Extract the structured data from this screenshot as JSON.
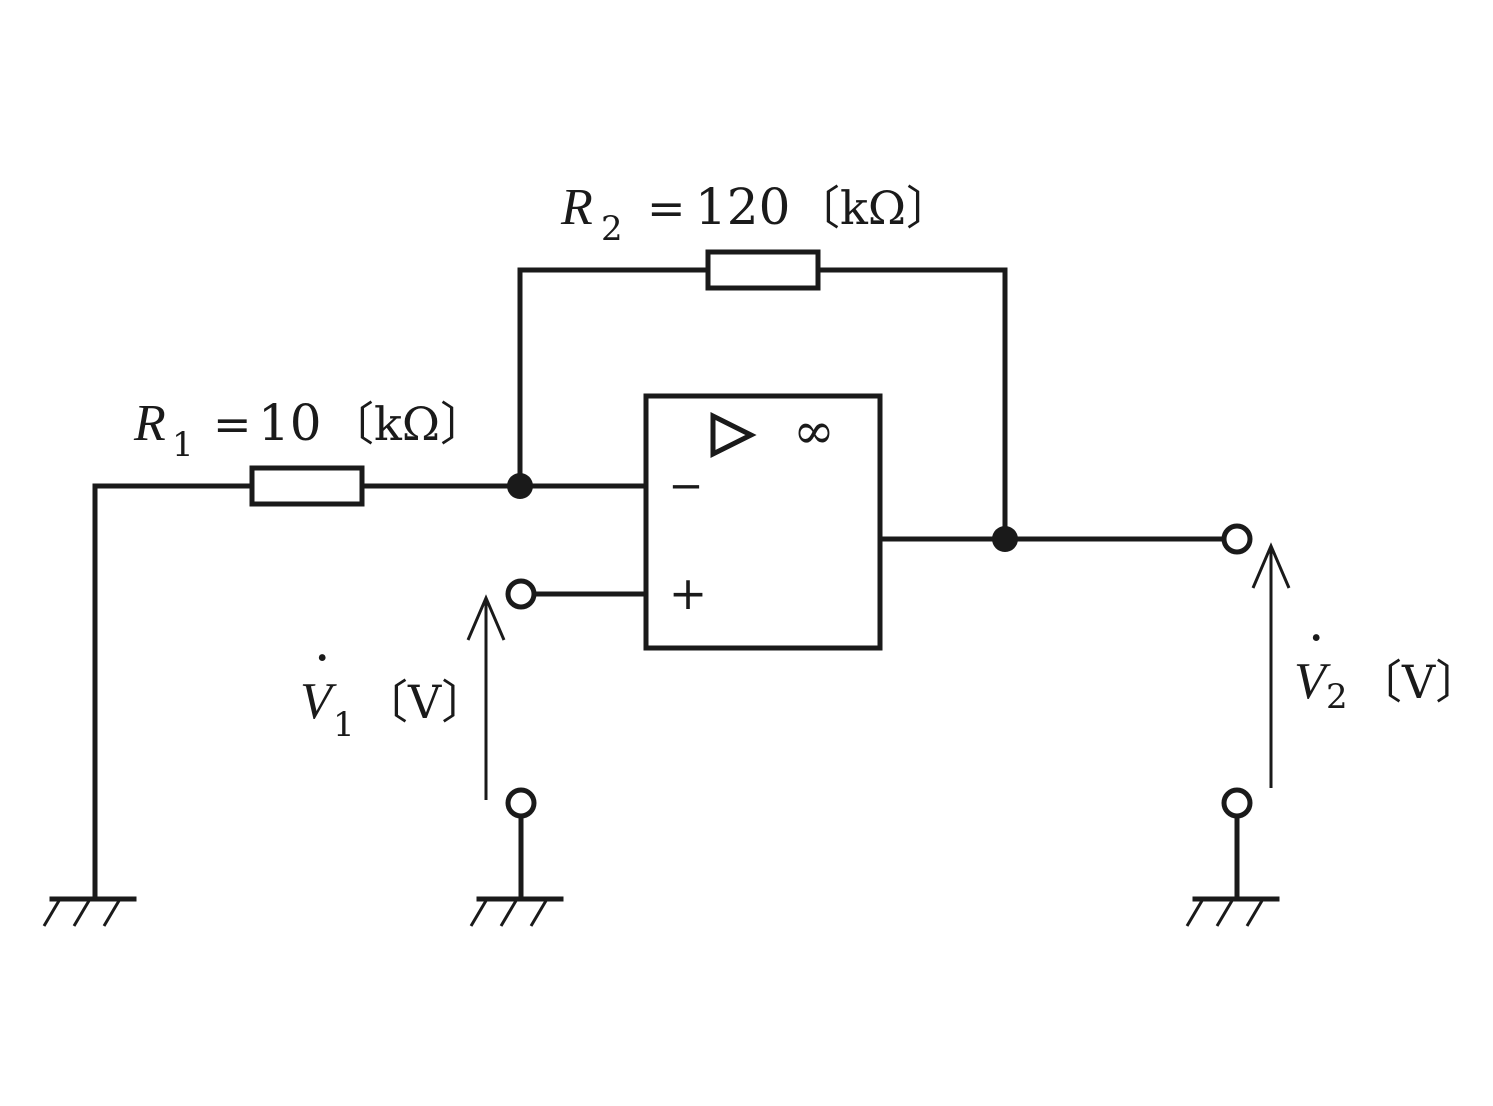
{
  "r1": {
    "symbol": "R",
    "subscript": "1",
    "equals": "=",
    "value": "10",
    "unit": "〔kΩ〕"
  },
  "r2": {
    "symbol": "R",
    "subscript": "2",
    "equals": "=",
    "value": "120",
    "unit": "〔kΩ〕"
  },
  "opamp": {
    "gain_symbol": "∞",
    "inverting_sign": "−",
    "noninverting_sign": "+"
  },
  "v1": {
    "dot": "·",
    "symbol": "V",
    "subscript": "1",
    "unit": "〔V〕"
  },
  "v2": {
    "dot": "·",
    "symbol": "V",
    "subscript": "2",
    "unit": "〔V〕"
  }
}
